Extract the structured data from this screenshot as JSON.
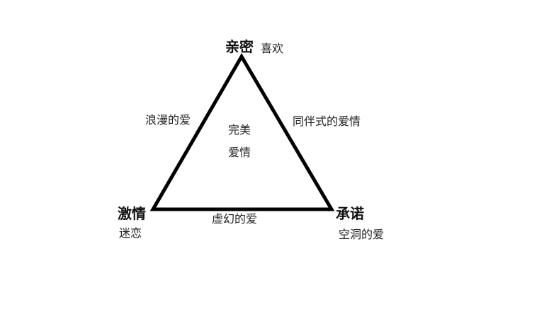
{
  "diagram": {
    "vertices": {
      "top": {
        "main": "亲密",
        "sub": "喜欢"
      },
      "left": {
        "main": "激情",
        "sub": "迷恋"
      },
      "right": {
        "main": "承诺",
        "sub": "空洞的爱"
      }
    },
    "edges": {
      "left": "浪漫的爱",
      "right": "同伴式的爱情",
      "bottom": "虚幻的爱"
    },
    "center": {
      "line1": "完美",
      "line2": "爱情"
    },
    "line_color": "#000000"
  }
}
